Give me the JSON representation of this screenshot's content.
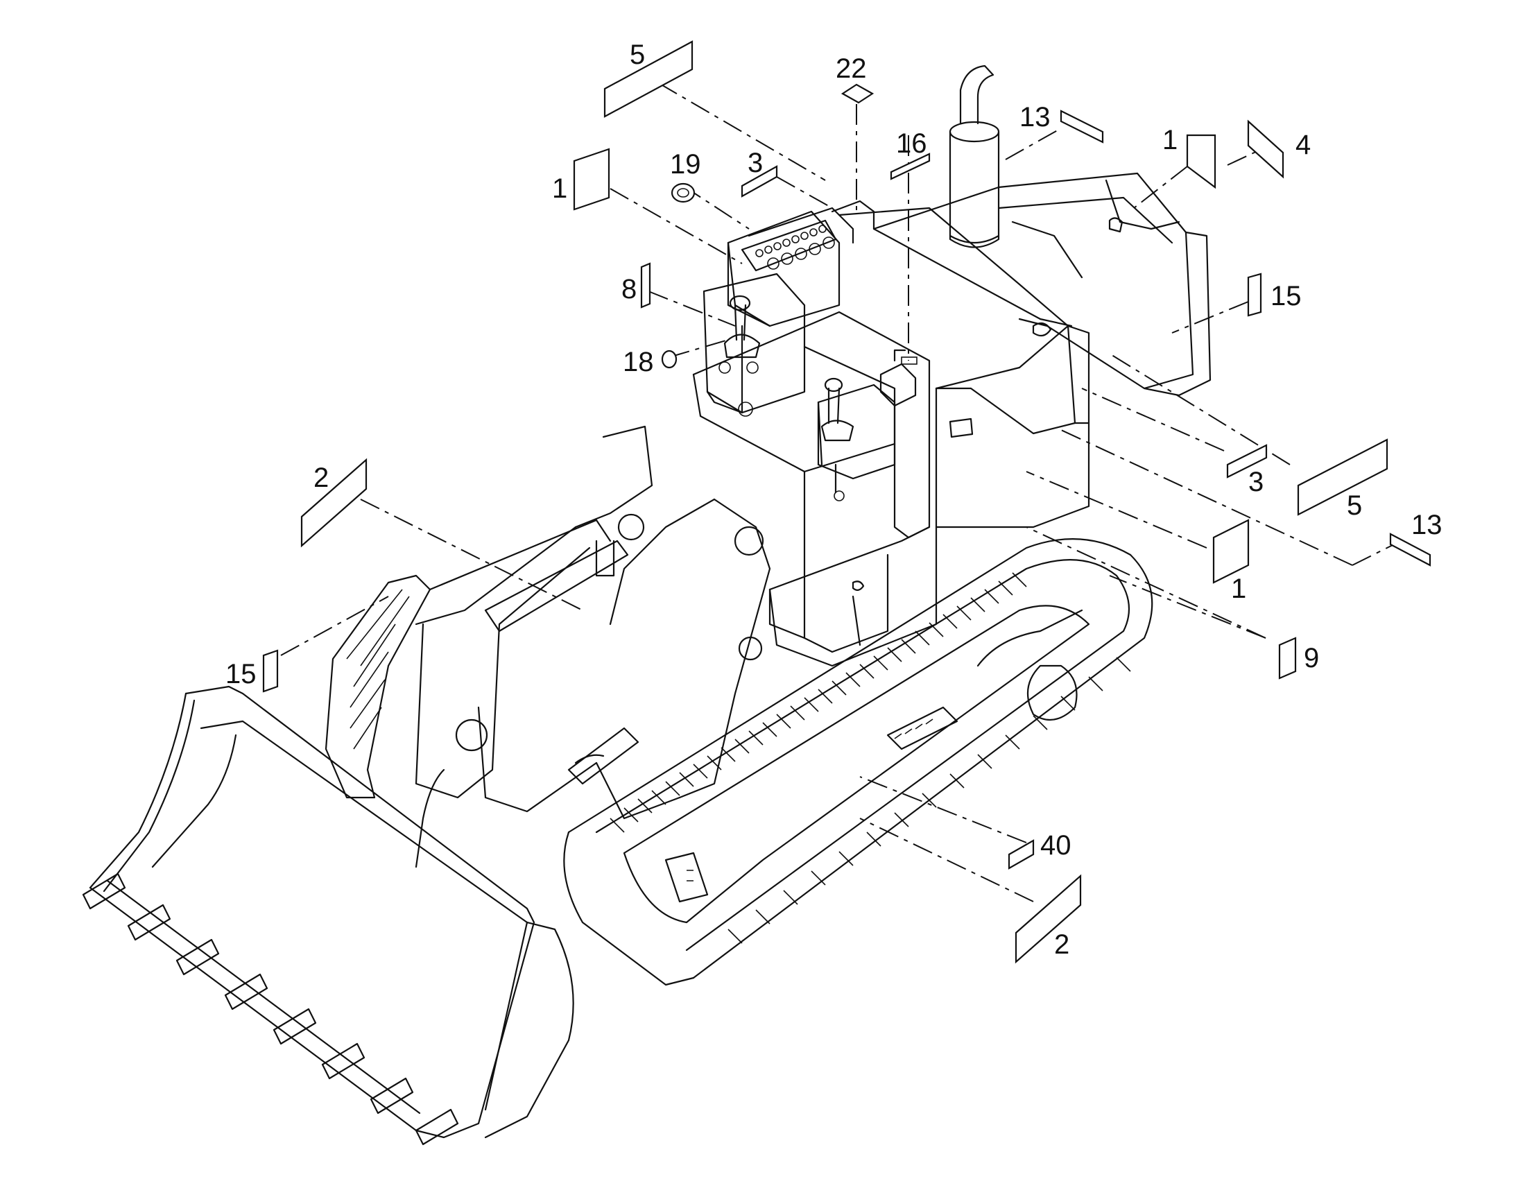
{
  "callouts": [
    {
      "id": "c5a",
      "text": "5"
    },
    {
      "id": "c22",
      "text": "22"
    },
    {
      "id": "c13a",
      "text": "13"
    },
    {
      "id": "c1a",
      "text": "1"
    },
    {
      "id": "c4",
      "text": "4"
    },
    {
      "id": "c16",
      "text": "16"
    },
    {
      "id": "c19",
      "text": "19"
    },
    {
      "id": "c3a",
      "text": "3"
    },
    {
      "id": "c1b",
      "text": "1"
    },
    {
      "id": "c15a",
      "text": "15"
    },
    {
      "id": "c8",
      "text": "8"
    },
    {
      "id": "c18",
      "text": "18"
    },
    {
      "id": "c2a",
      "text": "2"
    },
    {
      "id": "c3b",
      "text": "3"
    },
    {
      "id": "c5b",
      "text": "5"
    },
    {
      "id": "c13b",
      "text": "13"
    },
    {
      "id": "c1c",
      "text": "1"
    },
    {
      "id": "c9",
      "text": "9"
    },
    {
      "id": "c15b",
      "text": "15"
    },
    {
      "id": "c40",
      "text": "40"
    },
    {
      "id": "c2b",
      "text": "2"
    }
  ]
}
